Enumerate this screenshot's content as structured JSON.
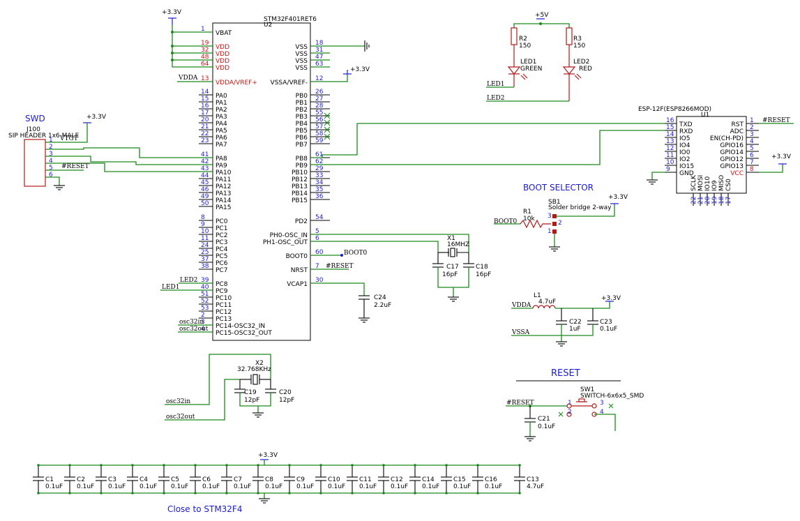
{
  "mcu": {
    "ref": "U2",
    "part": "STM32F401RET6",
    "left_pins": [
      {
        "num": "1",
        "name": "VBAT",
        "power": false
      },
      {
        "num": "19",
        "name": "VDD",
        "power": true
      },
      {
        "num": "32",
        "name": "VDD",
        "power": true
      },
      {
        "num": "48",
        "name": "VDD",
        "power": true
      },
      {
        "num": "64",
        "name": "VDD",
        "power": true
      },
      {
        "num": "13",
        "name": "VDDA/VREF+",
        "power": true
      },
      {
        "num": "14",
        "name": "PA0"
      },
      {
        "num": "15",
        "name": "PA1"
      },
      {
        "num": "16",
        "name": "PA2"
      },
      {
        "num": "17",
        "name": "PA3"
      },
      {
        "num": "20",
        "name": "PA4"
      },
      {
        "num": "21",
        "name": "PA5"
      },
      {
        "num": "22",
        "name": "PA6"
      },
      {
        "num": "23",
        "name": "PA7"
      },
      {
        "num": "41",
        "name": "PA8"
      },
      {
        "num": "42",
        "name": "PA9"
      },
      {
        "num": "43",
        "name": "PA10"
      },
      {
        "num": "44",
        "name": "PA11"
      },
      {
        "num": "45",
        "name": "PA12"
      },
      {
        "num": "46",
        "name": "PA13"
      },
      {
        "num": "49",
        "name": "PA14"
      },
      {
        "num": "50",
        "name": "PA15"
      },
      {
        "num": "8",
        "name": "PC0"
      },
      {
        "num": "9",
        "name": "PC1"
      },
      {
        "num": "10",
        "name": "PC2"
      },
      {
        "num": "11",
        "name": "PC3"
      },
      {
        "num": "24",
        "name": "PC4"
      },
      {
        "num": "25",
        "name": "PC5"
      },
      {
        "num": "37",
        "name": "PC6"
      },
      {
        "num": "38",
        "name": "PC7"
      },
      {
        "num": "39",
        "name": "PC8"
      },
      {
        "num": "40",
        "name": "PC9"
      },
      {
        "num": "51",
        "name": "PC10"
      },
      {
        "num": "52",
        "name": "PC11"
      },
      {
        "num": "53",
        "name": "PC12"
      },
      {
        "num": "2",
        "name": "PC13"
      },
      {
        "num": "3",
        "name": "PC14-OSC32_IN"
      },
      {
        "num": "4",
        "name": "PC15-OSC32_OUT"
      }
    ],
    "right_pins": [
      {
        "num": "18",
        "name": "VSS"
      },
      {
        "num": "31",
        "name": "VSS"
      },
      {
        "num": "47",
        "name": "VSS"
      },
      {
        "num": "63",
        "name": "VSS"
      },
      {
        "num": "12",
        "name": "VSSA/VREF-"
      },
      {
        "num": "26",
        "name": "PB0"
      },
      {
        "num": "27",
        "name": "PB1"
      },
      {
        "num": "28",
        "name": "PB2"
      },
      {
        "num": "55",
        "name": "PB3"
      },
      {
        "num": "56",
        "name": "PB4"
      },
      {
        "num": "57",
        "name": "PB5"
      },
      {
        "num": "58",
        "name": "PB6"
      },
      {
        "num": "59",
        "name": "PB7"
      },
      {
        "num": "61",
        "name": "PB8"
      },
      {
        "num": "62",
        "name": "PB9"
      },
      {
        "num": "29",
        "name": "PB10"
      },
      {
        "num": "33",
        "name": "PB12"
      },
      {
        "num": "34",
        "name": "PB13"
      },
      {
        "num": "35",
        "name": "PB14"
      },
      {
        "num": "36",
        "name": "PB15"
      },
      {
        "num": "54",
        "name": "PD2"
      },
      {
        "num": "5",
        "name": "PH0-OSC_IN"
      },
      {
        "num": "6",
        "name": "PH1-OSC_OUT"
      },
      {
        "num": "60",
        "name": "BOOT0"
      },
      {
        "num": "7",
        "name": "NRST"
      },
      {
        "num": "30",
        "name": "VCAP1"
      }
    ]
  },
  "esp": {
    "ref": "U1",
    "part": "ESP-12F(ESP8266MOD)",
    "left_pins": [
      {
        "num": "16",
        "name": "TXD"
      },
      {
        "num": "15",
        "name": "RXD"
      },
      {
        "num": "14",
        "name": "IO5"
      },
      {
        "num": "13",
        "name": "IO4"
      },
      {
        "num": "12",
        "name": "IO0"
      },
      {
        "num": "11",
        "name": "IO2"
      },
      {
        "num": "10",
        "name": "IO15"
      },
      {
        "num": "9",
        "name": "GND"
      }
    ],
    "right_pins": [
      {
        "num": "1",
        "name": "RST"
      },
      {
        "num": "2",
        "name": "ADC"
      },
      {
        "num": "3",
        "name": "EN(CH-PD)"
      },
      {
        "num": "4",
        "name": "GPIO16"
      },
      {
        "num": "5",
        "name": "GPIO14"
      },
      {
        "num": "6",
        "name": "GPIO12"
      },
      {
        "num": "7",
        "name": "GPIO13"
      },
      {
        "num": "8",
        "name": "VCC"
      }
    ],
    "bottom_pins": [
      {
        "num": "22",
        "name": "SCLK"
      },
      {
        "num": "21",
        "name": "MOSI"
      },
      {
        "num": "20",
        "name": "IO10"
      },
      {
        "num": "19",
        "name": "IO9"
      },
      {
        "num": "18",
        "name": "MISO"
      },
      {
        "num": "17",
        "name": "CS0"
      }
    ]
  },
  "swd": {
    "title": "SWD",
    "ref": "J100",
    "part": "SIP HEADER 1x6 MALE",
    "pins": [
      "1",
      "2",
      "3",
      "4",
      "5",
      "6"
    ],
    "vtgt": "VTGT",
    "reset_label": "#RESET",
    "power": "+3.3V"
  },
  "power": {
    "v33": "+3.3V",
    "v5": "+5V",
    "vdda": "VDDA",
    "vssa": "VSSA"
  },
  "nets": {
    "led1": "LED1",
    "led2": "LED2",
    "boot0": "BOOT0",
    "reset": "#RESET",
    "osc32in": "osc32in",
    "osc32out": "osc32out"
  },
  "leds": [
    {
      "r_ref": "R2",
      "r_val": "150",
      "led_ref": "LED1",
      "led_color": "GREEN"
    },
    {
      "r_ref": "R3",
      "r_val": "150",
      "led_ref": "LED2",
      "led_color": "RED"
    }
  ],
  "boot": {
    "title": "BOOT SELECTOR",
    "r_ref": "R1",
    "r_val": "10k",
    "sb_ref": "SB1",
    "sb_desc": "Solder bridge 2-way",
    "pins": [
      "3",
      "2",
      "1"
    ]
  },
  "crystal_hs": {
    "ref": "X1",
    "val": "16MHZ",
    "c1_ref": "C17",
    "c1_val": "16pF",
    "c2_ref": "C18",
    "c2_val": "16pF"
  },
  "vcap": {
    "ref": "C24",
    "val": "2.2uF"
  },
  "filter": {
    "l_ref": "L1",
    "l_val": "4.7uF",
    "c1_ref": "C22",
    "c1_val": "1uF",
    "c2_ref": "C23",
    "c2_val": "0.1uF"
  },
  "crystal_lse": {
    "ref": "X2",
    "val": "32.768KHz",
    "c1_ref": "C19",
    "c1_val": "12pF",
    "c2_ref": "C20",
    "c2_val": "12pF"
  },
  "reset": {
    "title": "RESET",
    "sw_ref": "SW1",
    "sw_part": "SWITCH-6x6x5_SMD",
    "c_ref": "C21",
    "c_val": "0.1uF",
    "pins": [
      "1",
      "2",
      "3",
      "4"
    ]
  },
  "decoupling": {
    "label": "Close to STM32F4",
    "caps": [
      {
        "ref": "C1",
        "val": "0.1uF"
      },
      {
        "ref": "C2",
        "val": "0.1uF"
      },
      {
        "ref": "C3",
        "val": "0.1uF"
      },
      {
        "ref": "C4",
        "val": "0.1uF"
      },
      {
        "ref": "C5",
        "val": "0.1uF"
      },
      {
        "ref": "C6",
        "val": "0.1uF"
      },
      {
        "ref": "C7",
        "val": "0.1uF"
      },
      {
        "ref": "C8",
        "val": "0.1uF"
      },
      {
        "ref": "C9",
        "val": "0.1uF"
      },
      {
        "ref": "C10",
        "val": "0.1uF"
      },
      {
        "ref": "C11",
        "val": "0.1uF"
      },
      {
        "ref": "C12",
        "val": "0.1uF"
      },
      {
        "ref": "C14",
        "val": "0.1uF"
      },
      {
        "ref": "C15",
        "val": "0.1uF"
      },
      {
        "ref": "C16",
        "val": "0.1uF"
      },
      {
        "ref": "C13",
        "val": "4.7uF"
      }
    ]
  }
}
